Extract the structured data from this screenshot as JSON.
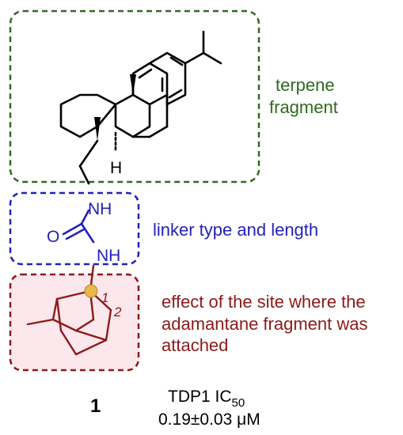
{
  "labels": {
    "terpene_line1": "terpene",
    "terpene_line2": "fragment",
    "linker": "linker type and length",
    "effect_line1": "effect of the site where the",
    "effect_line2": "adamantane fragment was",
    "effect_line3": "attached"
  },
  "atoms": {
    "H": "H",
    "NH_top": "NH",
    "O": "O",
    "NH_bottom": "NH",
    "site1": "1",
    "site2": "2"
  },
  "compound": {
    "number": "1",
    "assay": "TDP1 IC",
    "assay_sub": "50",
    "value": "0.19±0.03 μM"
  },
  "colors": {
    "terpene": "#2e6b1f",
    "linker": "#2222bb",
    "adamantane": "#8b1a1a",
    "highlight_fill": "#fbe7ec",
    "bond": "#000000",
    "site_marker": "#e8b84a"
  }
}
